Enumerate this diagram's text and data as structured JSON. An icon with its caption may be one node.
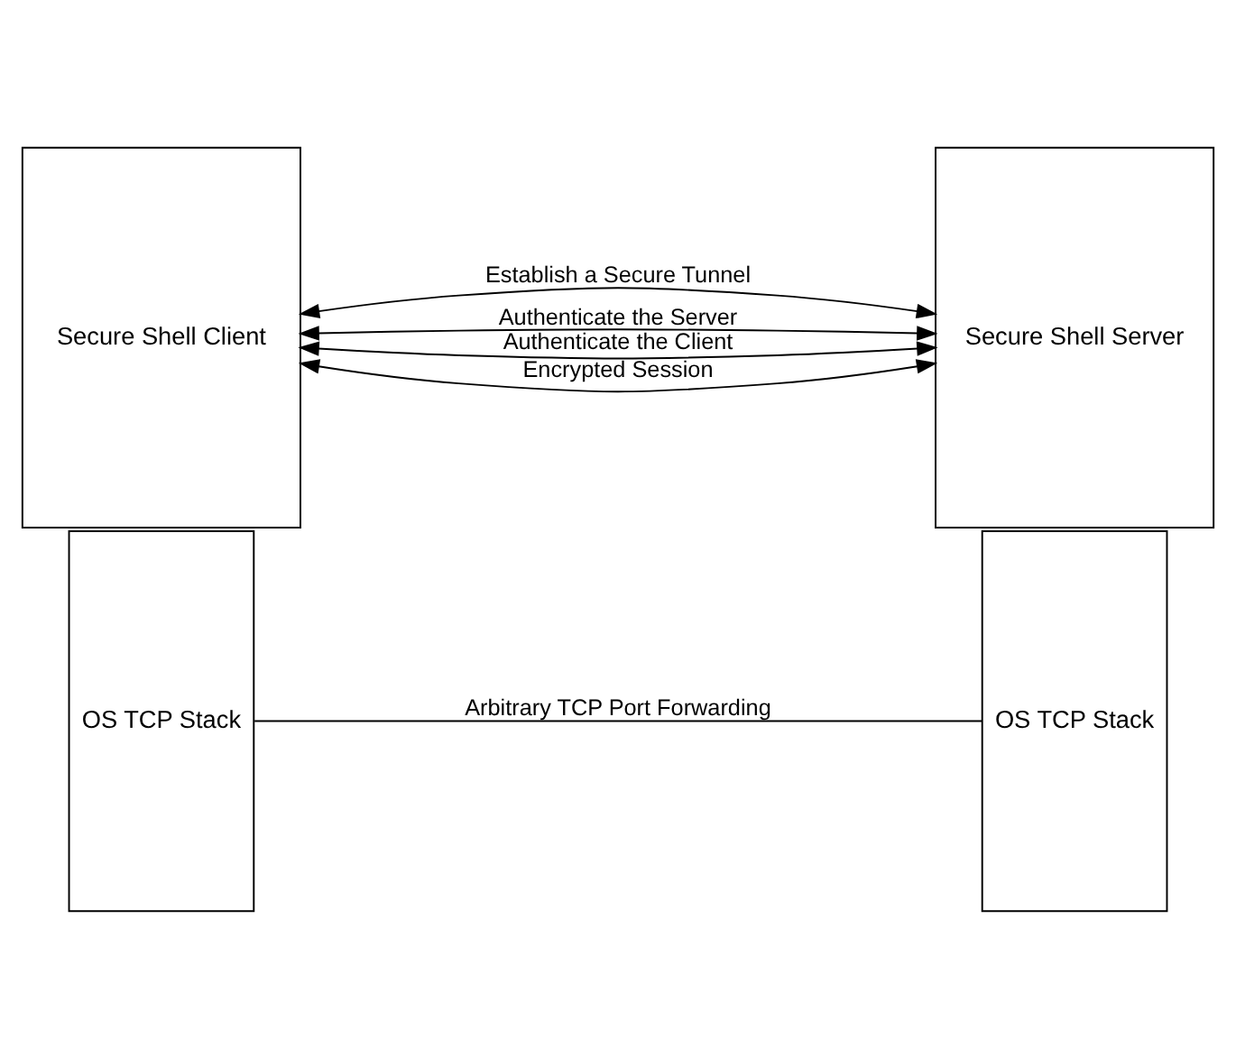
{
  "diagram": {
    "nodes": [
      {
        "text": [
          "Secure Shell Client"
        ]
      },
      {
        "text": [
          "OS TCP Stack"
        ]
      },
      {
        "text": [
          "Secure Shell Server"
        ]
      },
      {
        "text": [
          "OS TCP Stack"
        ]
      }
    ],
    "edges": [
      {
        "from": 0,
        "to": 2,
        "arrow": "both",
        "label": "Establish a Secure Tunnel"
      },
      {
        "from": 0,
        "to": 2,
        "arrow": "both",
        "label": "Authenticate the Server"
      },
      {
        "from": 0,
        "to": 2,
        "arrow": "both",
        "label": "Authenticate the Client"
      },
      {
        "from": 0,
        "to": 2,
        "arrow": "both",
        "label": "Encrypted Session"
      },
      {
        "from": 1,
        "to": 3,
        "arrow": "none",
        "label": "Arbitrary TCP Port Forwarding"
      }
    ]
  }
}
